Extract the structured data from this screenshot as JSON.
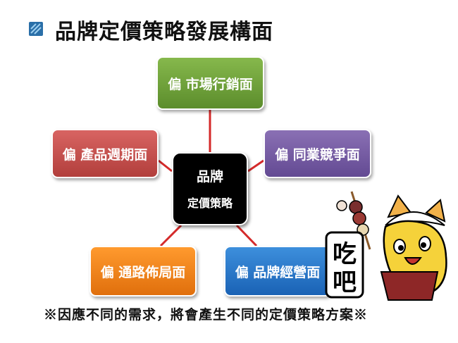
{
  "title": "品牌定價策略發展構面",
  "center": {
    "line1": "品牌",
    "line2": "定價策略"
  },
  "nodes": {
    "market": "偏 市場行銷面",
    "competitor": "偏 同業競爭面",
    "lifecycle": "偏 產品週期面",
    "channel": "偏 通路佈局面",
    "brand": "偏 品牌經營面"
  },
  "mascot": {
    "text": "吃吧"
  },
  "footnote": "※因應不同的需求，將會產生不同的定價策略方案※",
  "colors": {
    "connector": "#d42a2a",
    "market": "#6f9f3a",
    "competitor": "#7a5ea6",
    "lifecycle": "#c94d4b",
    "channel": "#f28a1e",
    "brand": "#2a78c9"
  }
}
